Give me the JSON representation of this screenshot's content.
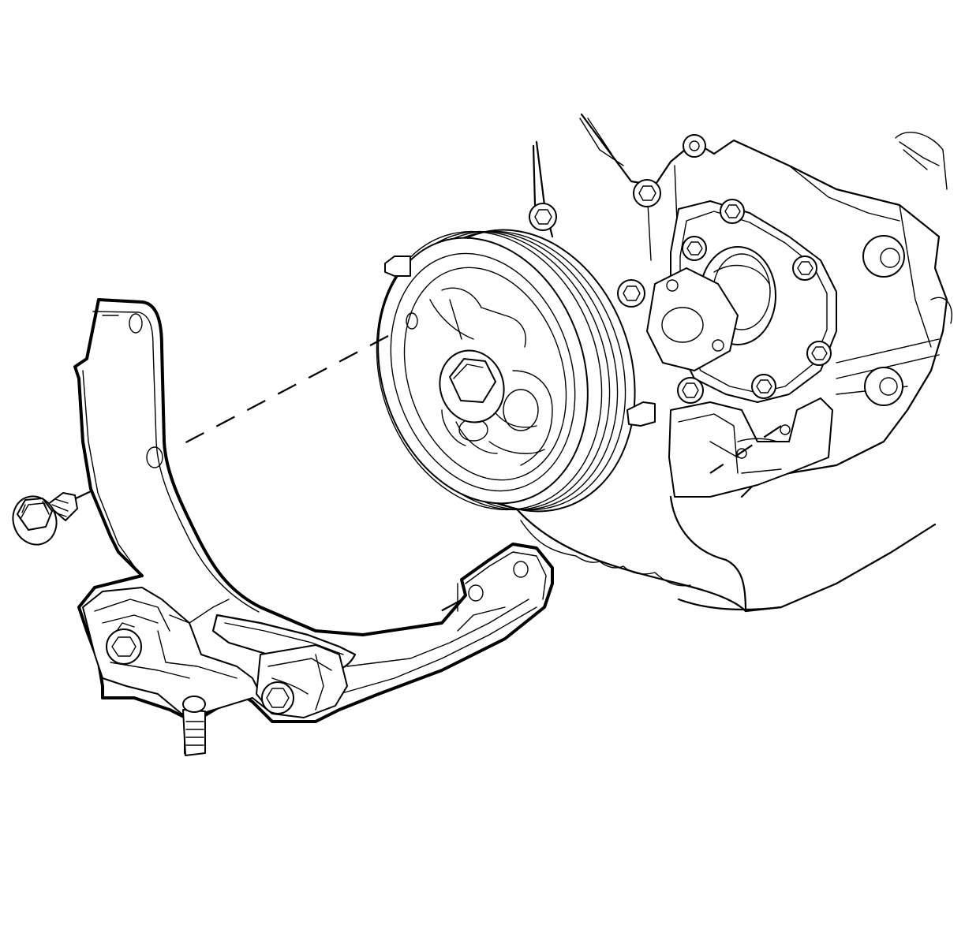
{
  "figure": {
    "type": "technical exploded-view line drawing",
    "colors": {
      "line": "#000000",
      "background": "#ffffff"
    },
    "parts": {
      "engine_block": "engine-block",
      "crankshaft_pulley": "crankshaft-pulley",
      "engine_mount_bracket": "engine-mount-bracket",
      "mount_bolt": "bolt-icon"
    }
  }
}
